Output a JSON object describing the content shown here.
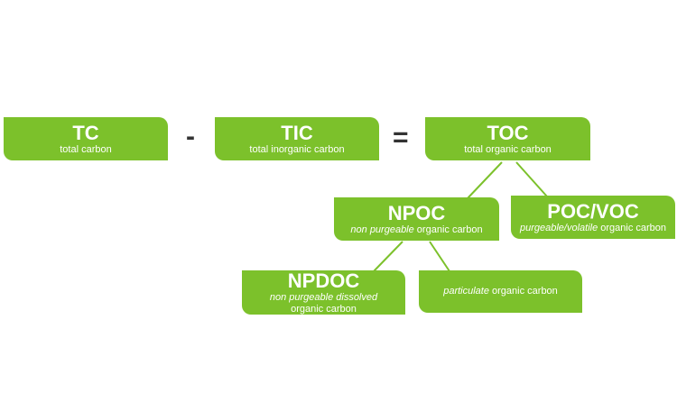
{
  "boxes": {
    "tc": {
      "abbr": "TC",
      "sub": "total carbon"
    },
    "tic": {
      "abbr": "TIC",
      "sub": "total inorganic carbon"
    },
    "toc": {
      "abbr": "TOC",
      "sub": "total organic carbon"
    },
    "npoc": {
      "abbr": "NPOC",
      "sub_italic": "non purgeable",
      "sub_rest": " organic carbon"
    },
    "pocvoc": {
      "abbr": "POC/VOC",
      "sub_italic": "purgeable/volatile",
      "sub_rest": " organic carbon"
    },
    "npdoc": {
      "abbr": "NPDOC",
      "sub_line1": "non purgeable dissolved",
      "sub_line2": "organic carbon"
    },
    "particulate": {
      "sub_italic": "particulate",
      "sub_rest": " organic carbon"
    }
  },
  "operators": {
    "minus": "-",
    "equals": "="
  },
  "colors": {
    "box": "#7cc12b",
    "text": "#ffffff",
    "operator": "#333333",
    "connector": "#7cc12b"
  }
}
